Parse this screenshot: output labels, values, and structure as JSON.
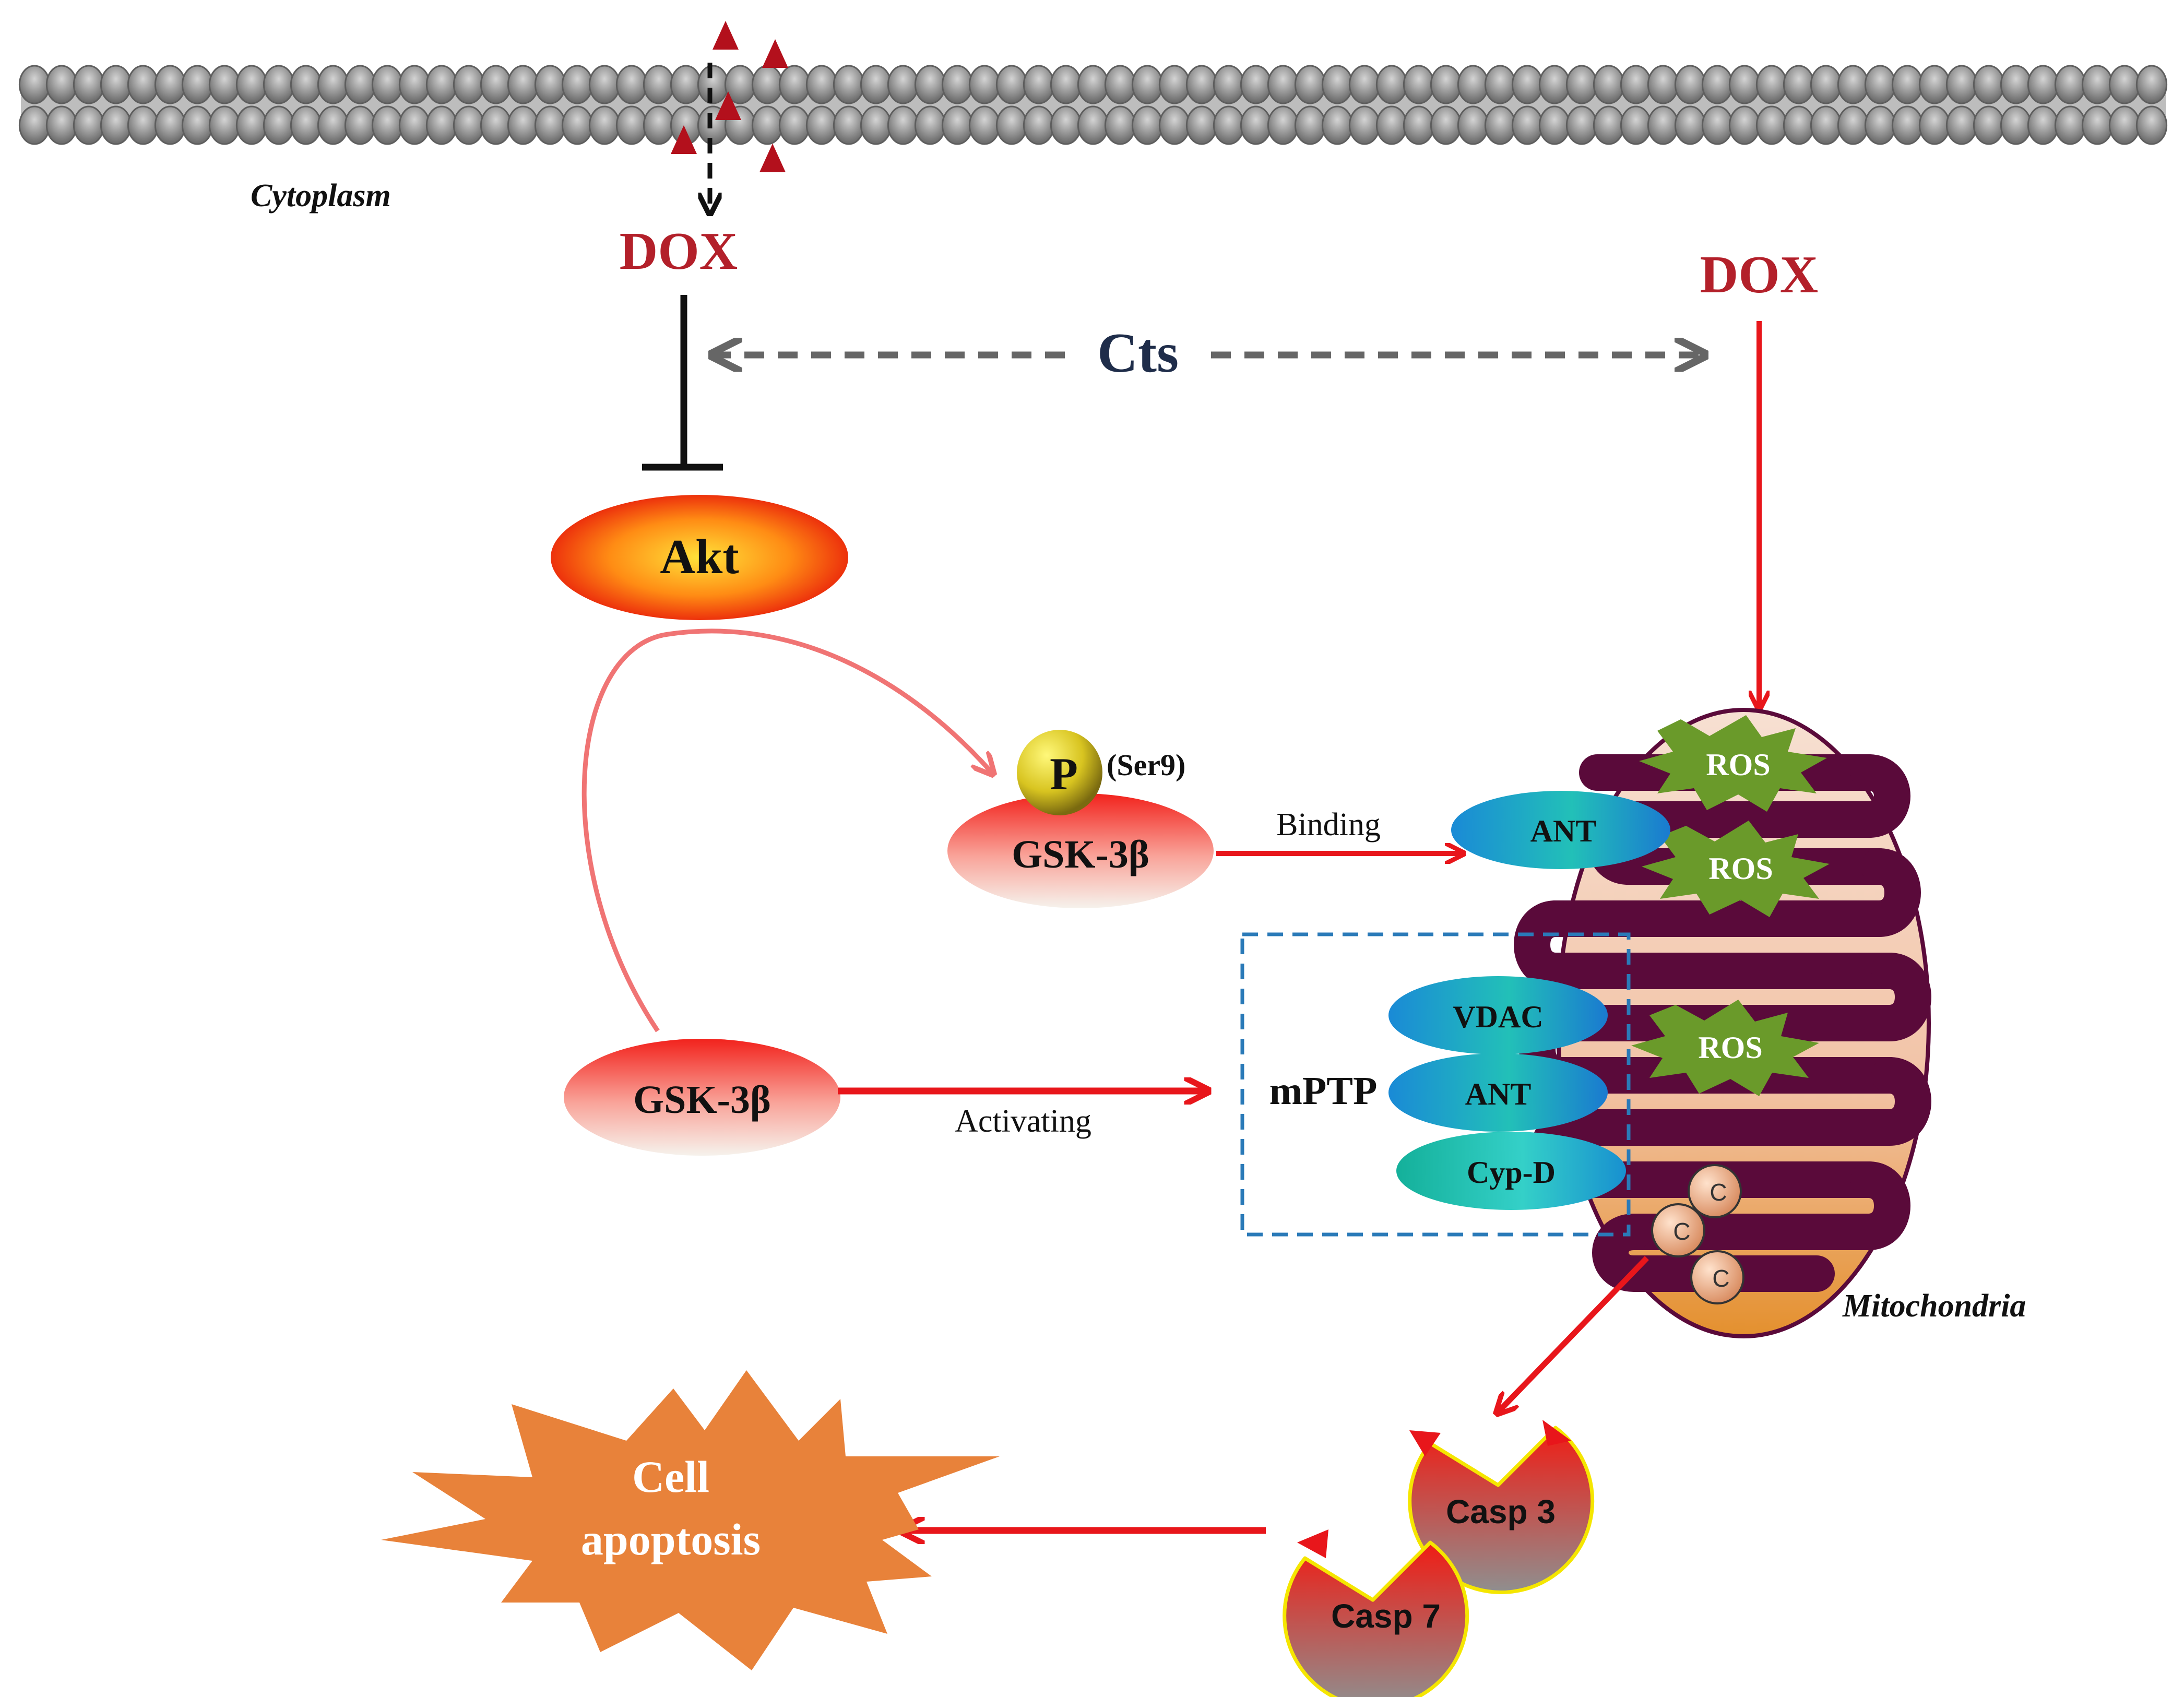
{
  "labels": {
    "cytoplasm": "Cytoplasm",
    "mitochondria": "Mitochondria",
    "dox_left": "DOX",
    "dox_right": "DOX",
    "cts": "Cts",
    "akt": "Akt",
    "phospho": "P",
    "ser9": "(Ser9)",
    "gsk_upper": "GSK-3β",
    "gsk_lower": "GSK-3β",
    "binding": "Binding",
    "activating": "Activating",
    "ant_upper": "ANT",
    "mptp": "mPTP",
    "vdac": "VDAC",
    "ant_lower": "ANT",
    "cypd": "Cyp-D",
    "ros_1": "ROS",
    "ros_2": "ROS",
    "ros_3": "ROS",
    "cyt_c_1": "C",
    "cyt_c_2": "C",
    "cyt_c_3": "C",
    "casp3": "Casp 3",
    "casp7": "Casp 7",
    "apoptosis_line1": "Cell",
    "apoptosis_line2": "apoptosis"
  },
  "colors": {
    "dox": "#b3202a",
    "cts": "#1f2d4a",
    "arrow_red": "#e8161b",
    "arrow_pink": "#f07474",
    "dash_grey": "#666666",
    "dash_box": "#2a7ab8",
    "mito_outer": "#f5cdb4",
    "mito_cristae": "#5a0a3a",
    "ros_green": "#6a9a2a",
    "apoptosis_orange": "#e8823a",
    "membrane_grey": "#8a8a8a"
  }
}
